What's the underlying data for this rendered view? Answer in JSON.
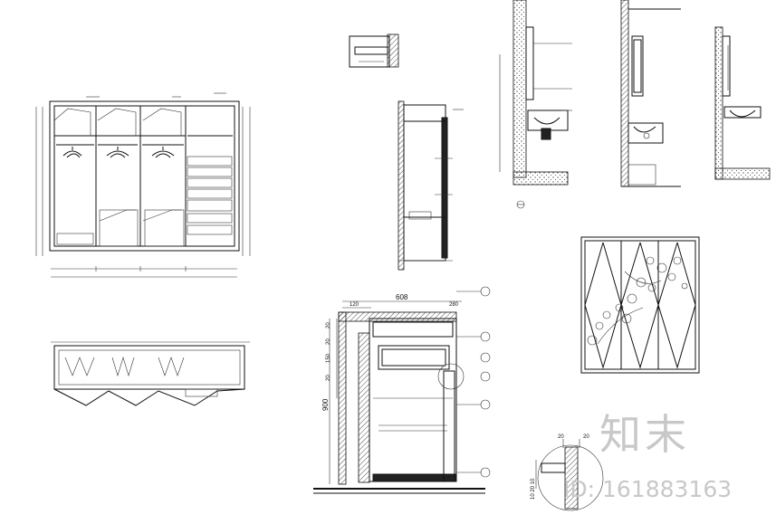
{
  "drawing": {
    "dimensions": {
      "width_total": "608",
      "w_120": "120",
      "w_280": "280",
      "h_900": "900",
      "h_20a": "20",
      "h_20b": "20",
      "h_150": "150",
      "h_20c": "20",
      "detail_20a": "20",
      "detail_20b": "20",
      "detail_vert": "10 20 10"
    }
  },
  "watermark": {
    "brand": "知末",
    "id": "ID: 161883163"
  },
  "colors": {
    "line": "#111111",
    "watermark": "#c8c8c8"
  }
}
